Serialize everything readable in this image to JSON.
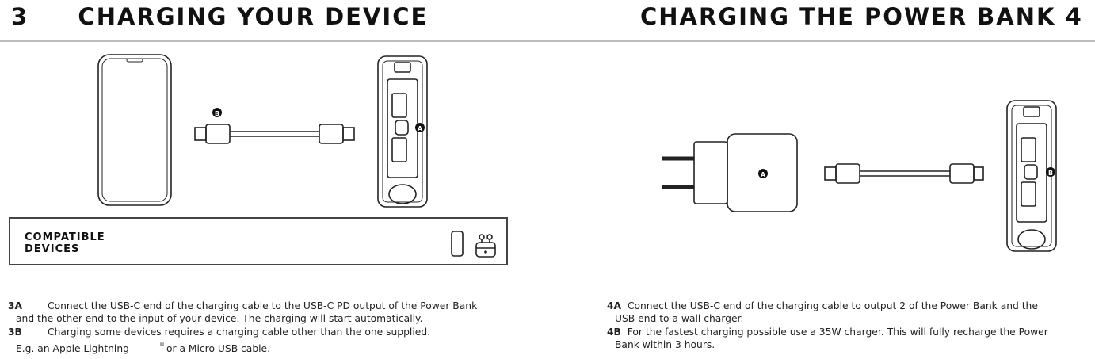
{
  "left": {
    "section_number": "3",
    "title": "CHARGING YOUR DEVICE",
    "compatible_label": "COMPATIBLE\nDEVICES",
    "markers": {
      "cable": "B",
      "powerbank": "A"
    },
    "steps": [
      {
        "id": "3A",
        "line1": "Connect the USB-C end of the charging cable to the USB-C PD output of the Power Bank",
        "line2": "and the other end to the input of your device. The charging will start automatically."
      },
      {
        "id": "3B",
        "line1": "Charging some devices requires a charging cable other than the one supplied.",
        "line2a": "E.g. an Apple Lightning",
        "line2_symbol": "®",
        "line2b": "or a Micro USB cable."
      }
    ]
  },
  "right": {
    "title": "CHARGING THE POWER BANK",
    "section_number": "4",
    "markers": {
      "charger": "A",
      "powerbank": "B"
    },
    "steps": [
      {
        "id": "4A",
        "line1": "Connect the USB-C end of the charging cable to output 2 of the Power Bank and the",
        "line2": "USB end to a wall charger."
      },
      {
        "id": "4B",
        "line1": "For the fastest charging possible use a 35W charger. This will fully recharge the Power",
        "line2": "Bank within 3 hours."
      }
    ]
  }
}
